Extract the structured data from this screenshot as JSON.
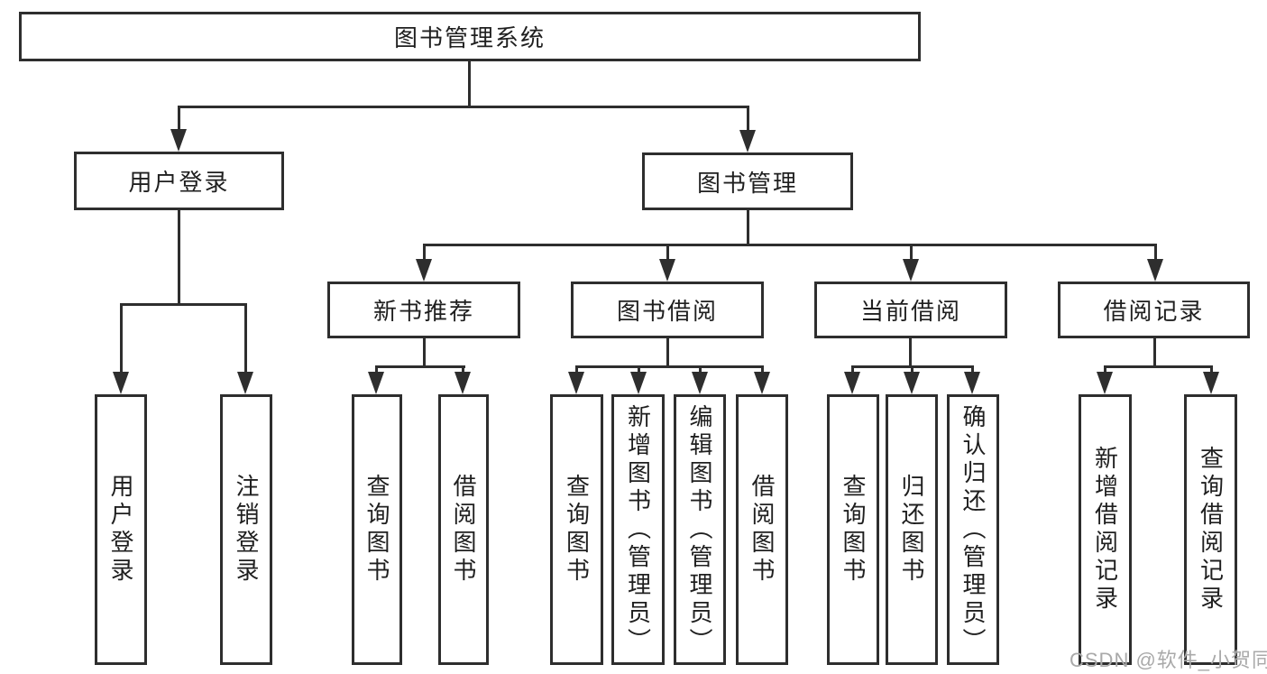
{
  "diagram": {
    "root": "图书管理系统",
    "level2": [
      "用户登录",
      "图书管理"
    ],
    "level3": [
      "新书推荐",
      "图书借阅",
      "当前借阅",
      "借阅记录"
    ],
    "leaves": {
      "user_login": [
        "用户登录",
        "注销登录"
      ],
      "new_book": [
        "查询图书",
        "借阅图书"
      ],
      "book_borrow": [
        "查询图书",
        "新增图书（管理员）",
        "编辑图书（管理员）",
        "借阅图书"
      ],
      "current_borrow": [
        "查询图书",
        "归还图书",
        "确认归还（管理员）"
      ],
      "borrow_record": [
        "新增借阅记录",
        "查询借阅记录"
      ]
    }
  },
  "watermark": "CSDN @软件_小贺同学",
  "colors": {
    "line": "#2e2e2e",
    "text": "#1f1f1f",
    "watermark": "#a9a9a9",
    "background": "#ffffff"
  }
}
